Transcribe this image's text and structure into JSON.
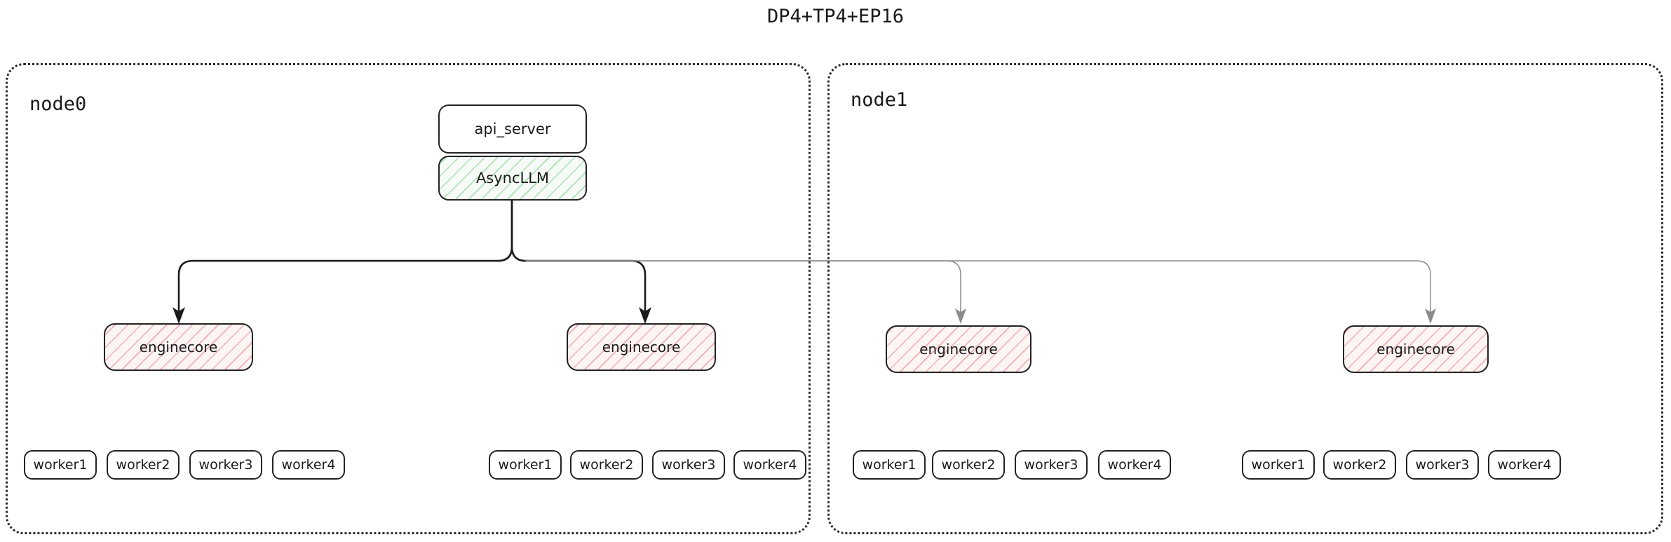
{
  "title": "DP4+TP4+EP16",
  "colors": {
    "background": "#ffffff",
    "text": "#1a1a1a",
    "node_border": "#2b2b2b",
    "box_border": "#232323",
    "asyncllm_hatch": "#6ec878",
    "asyncllm_fill": "#f7fbf7",
    "enginecore_hatch": "#e27878",
    "enginecore_fill": "#fdf4f4",
    "edge_dark": "#1a1a1a",
    "edge_light": "#8c8c8c"
  },
  "nodes": [
    {
      "id": "node0",
      "label": "node0",
      "api_server": {
        "label": "api_server"
      },
      "async_llm": {
        "label": "AsyncLLM"
      },
      "enginecores": [
        {
          "label": "enginecore",
          "workers": [
            {
              "label": "worker1"
            },
            {
              "label": "worker2"
            },
            {
              "label": "worker3"
            },
            {
              "label": "worker4"
            }
          ]
        },
        {
          "label": "enginecore",
          "workers": [
            {
              "label": "worker1"
            },
            {
              "label": "worker2"
            },
            {
              "label": "worker3"
            },
            {
              "label": "worker4"
            }
          ]
        }
      ]
    },
    {
      "id": "node1",
      "label": "node1",
      "enginecores": [
        {
          "label": "enginecore",
          "workers": [
            {
              "label": "worker1"
            },
            {
              "label": "worker2"
            },
            {
              "label": "worker3"
            },
            {
              "label": "worker4"
            }
          ]
        },
        {
          "label": "enginecore",
          "workers": [
            {
              "label": "worker1"
            },
            {
              "label": "worker2"
            },
            {
              "label": "worker3"
            },
            {
              "label": "worker4"
            }
          ]
        }
      ]
    }
  ]
}
